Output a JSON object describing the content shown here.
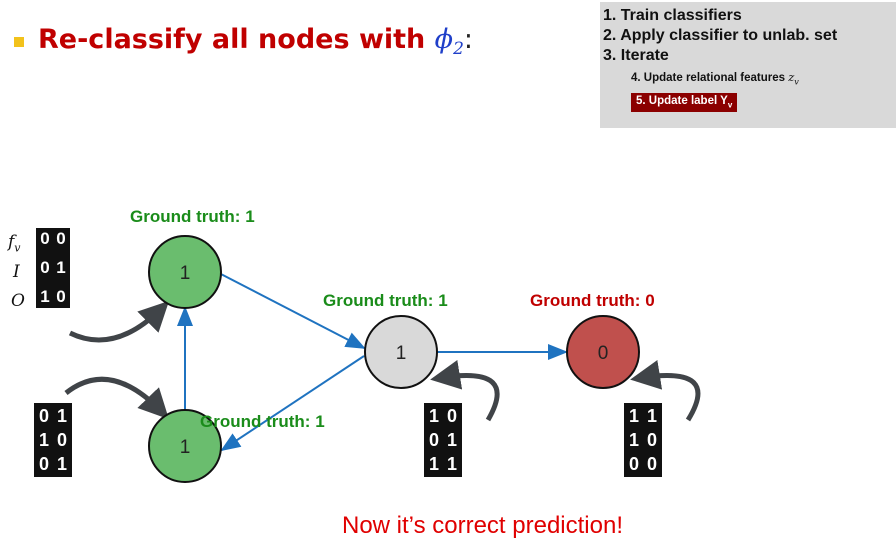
{
  "title": {
    "text": "Re-classify all nodes with ",
    "symbol": "ϕ",
    "subscript": "2",
    "colon": ":"
  },
  "steps": {
    "s1": "1. Train classifiers",
    "s2": "2. Apply classifier to unlab. set",
    "s3": "3. Iterate",
    "s4_text": "4. Update relational features ",
    "s4_var": "z",
    "s4_sub": "v",
    "s5": "5. Update label Y",
    "s5_sub": "v"
  },
  "row_labels": {
    "f": "f",
    "f_sub": "v",
    "i": "I",
    "o": "O"
  },
  "nodes": {
    "top_left": {
      "label": "1",
      "ground_truth": "Ground truth: 1",
      "color": "#6abd6e"
    },
    "bottom_left": {
      "label": "1",
      "ground_truth": "Ground truth: 1",
      "color": "#6abd6e"
    },
    "middle": {
      "label": "1",
      "ground_truth": "Ground truth: 1",
      "color": "#d9d9d9"
    },
    "right": {
      "label": "0",
      "ground_truth": "Ground truth: 0",
      "color": "#c0504d"
    }
  },
  "colors": {
    "gt_green": "#1a8c1a",
    "gt_red": "#c00000",
    "edge": "#1f73c0",
    "arrow": "#404448"
  },
  "matrices": {
    "top_left": [
      [
        "0",
        "0"
      ],
      [
        "0",
        "1"
      ],
      [
        "1",
        "0"
      ]
    ],
    "bottom_left": [
      [
        "0",
        "1"
      ],
      [
        "1",
        "0"
      ],
      [
        "0",
        "1"
      ]
    ],
    "middle": [
      [
        "1",
        "0"
      ],
      [
        "0",
        "1"
      ],
      [
        "1",
        "1"
      ]
    ],
    "right": [
      [
        "1",
        "1"
      ],
      [
        "1",
        "0"
      ],
      [
        "0",
        "0"
      ]
    ]
  },
  "footer": "Now it’s correct prediction!"
}
